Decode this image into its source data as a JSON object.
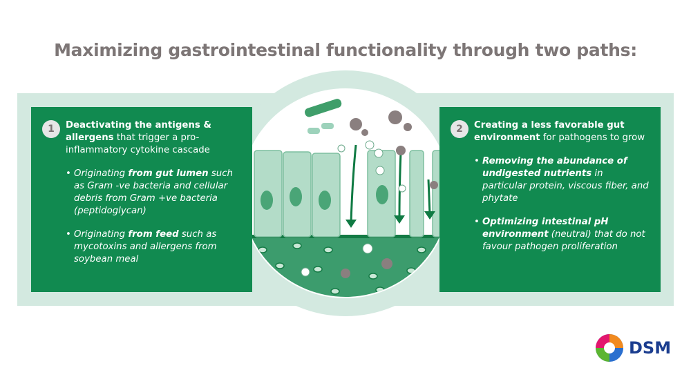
{
  "title": "Maximizing gastrointestinal functionality through two paths:",
  "left": {
    "number": "1",
    "heading": {
      "bold": "Deactivating the antigens & allergens",
      "rest": " that trigger a pro-inflammatory cytokine cascade"
    },
    "bullets": [
      {
        "pre": "Originating ",
        "bold": "from gut lumen",
        "post": " such as Gram -ve bacteria and cellular debris from Gram +ve bacteria (peptidoglycan)"
      },
      {
        "pre": "Originating ",
        "bold": "from feed",
        "post": " such as mycotoxins and allergens from soybean meal"
      }
    ]
  },
  "right": {
    "number": "2",
    "heading": {
      "bold": "Creating a less favorable gut environment",
      "rest": " for pathogens to grow"
    },
    "bullets": [
      {
        "pre": "",
        "bold": "Removing the abundance of undigested nutrients",
        "post": " in particular protein, viscous fiber, and phytate"
      },
      {
        "pre": "",
        "bold": "Optimizing intestinal pH environment",
        "post": " (neutral) that do not favour pathogen proliferation"
      }
    ]
  },
  "logo": {
    "text": "DSM"
  },
  "colors": {
    "green": "#118a50",
    "light": "#d3e9e0",
    "title": "#7d7676"
  }
}
